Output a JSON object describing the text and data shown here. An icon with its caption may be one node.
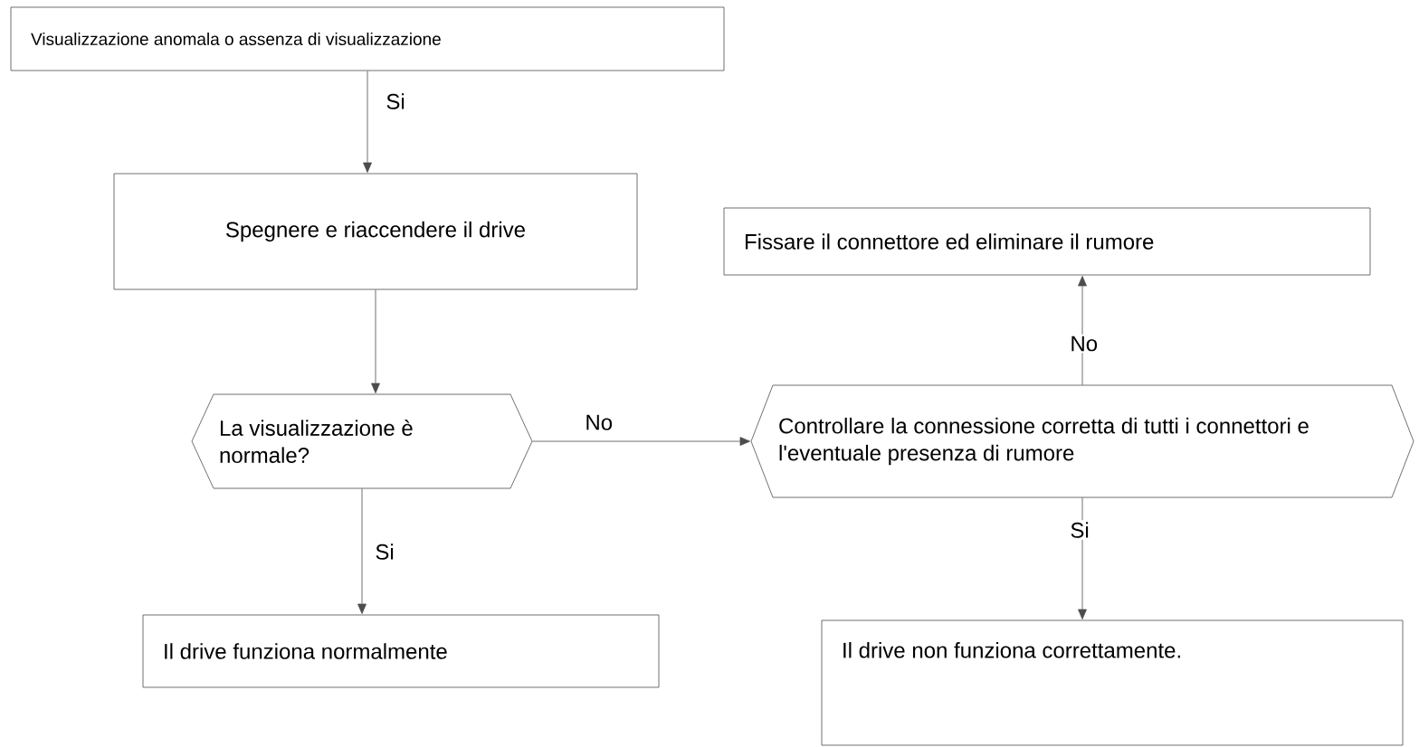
{
  "diagram": {
    "nodes": [
      {
        "text": [
          "Visualizzazione anomala o assenza di visualizzazione"
        ]
      },
      {
        "text": [
          "Spegnere e riaccendere il drive"
        ]
      },
      {
        "text": [
          "La visualizzazione è normale?"
        ]
      },
      {
        "text": [
          "Il drive funziona normalmente"
        ]
      },
      {
        "text": [
          "Fissare il connettore ed eliminare il rumore"
        ]
      },
      {
        "text": [
          "Controllare la connessione corretta di tutti i connettori e l'eventuale presenza di rumore"
        ]
      },
      {
        "text": [
          "Il drive non funziona correttamente."
        ]
      }
    ],
    "edges": [
      {
        "from": 0,
        "to": 1,
        "arrow": "to",
        "label": "Si"
      },
      {
        "from": 1,
        "to": 2,
        "arrow": "to"
      },
      {
        "from": 2,
        "to": 5,
        "arrow": "to",
        "label": "No"
      },
      {
        "from": 2,
        "to": 3,
        "arrow": "to",
        "label": "Si"
      },
      {
        "from": 5,
        "to": 4,
        "arrow": "to",
        "label": "No"
      },
      {
        "from": 5,
        "to": 6,
        "arrow": "to",
        "label": "Si"
      }
    ]
  }
}
